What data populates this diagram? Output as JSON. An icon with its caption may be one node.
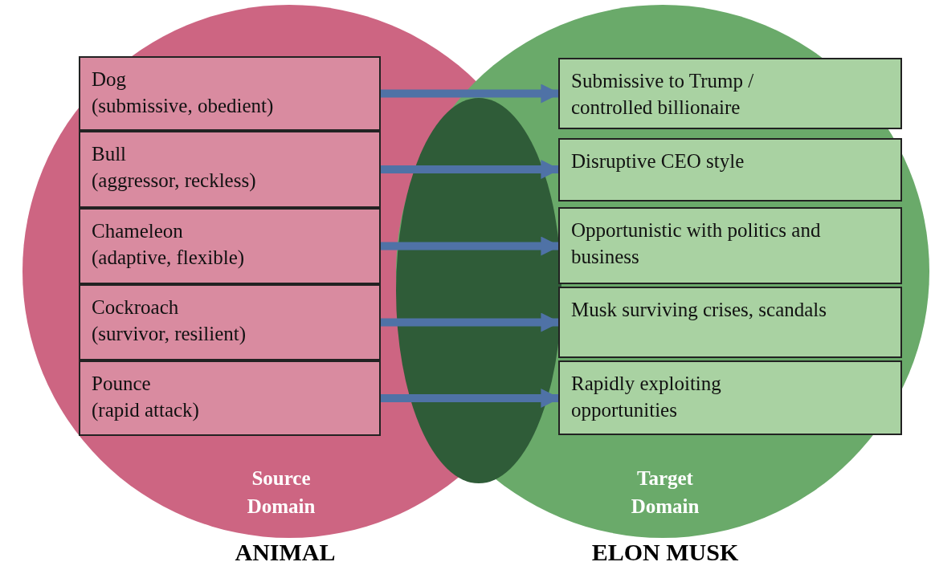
{
  "diagram": {
    "nodes": [
      {
        "text": [
          "Dog",
          "(submissive, obedient)"
        ]
      },
      {
        "text": [
          "Bull",
          "(aggressor, reckless)"
        ]
      },
      {
        "text": [
          "Chameleon",
          "(adaptive, flexible)"
        ]
      },
      {
        "text": [
          "Cockroach",
          "(survivor, resilient)"
        ]
      },
      {
        "text": [
          "Pounce",
          "(rapid attack)"
        ]
      },
      {
        "text": [
          "Submissive to Trump / controlled billionaire"
        ]
      },
      {
        "text": [
          "Disruptive CEO style"
        ]
      },
      {
        "text": [
          "Opportunistic with politics and business"
        ]
      },
      {
        "text": [
          "Musk surviving crises, scandals"
        ]
      },
      {
        "text": [
          "Rapidly exploiting opportunities"
        ]
      }
    ],
    "edges": [
      {
        "from": 0,
        "to": 5,
        "arrow": "to"
      },
      {
        "from": 1,
        "to": 6,
        "arrow": "to"
      },
      {
        "from": 2,
        "to": 7,
        "arrow": "to"
      },
      {
        "from": 3,
        "to": 8,
        "arrow": "to"
      },
      {
        "from": 4,
        "to": 9,
        "arrow": "to"
      }
    ],
    "labels": [
      "Source Domain",
      "Target Domain",
      "ANIMAL",
      "ELON MUSK"
    ]
  }
}
